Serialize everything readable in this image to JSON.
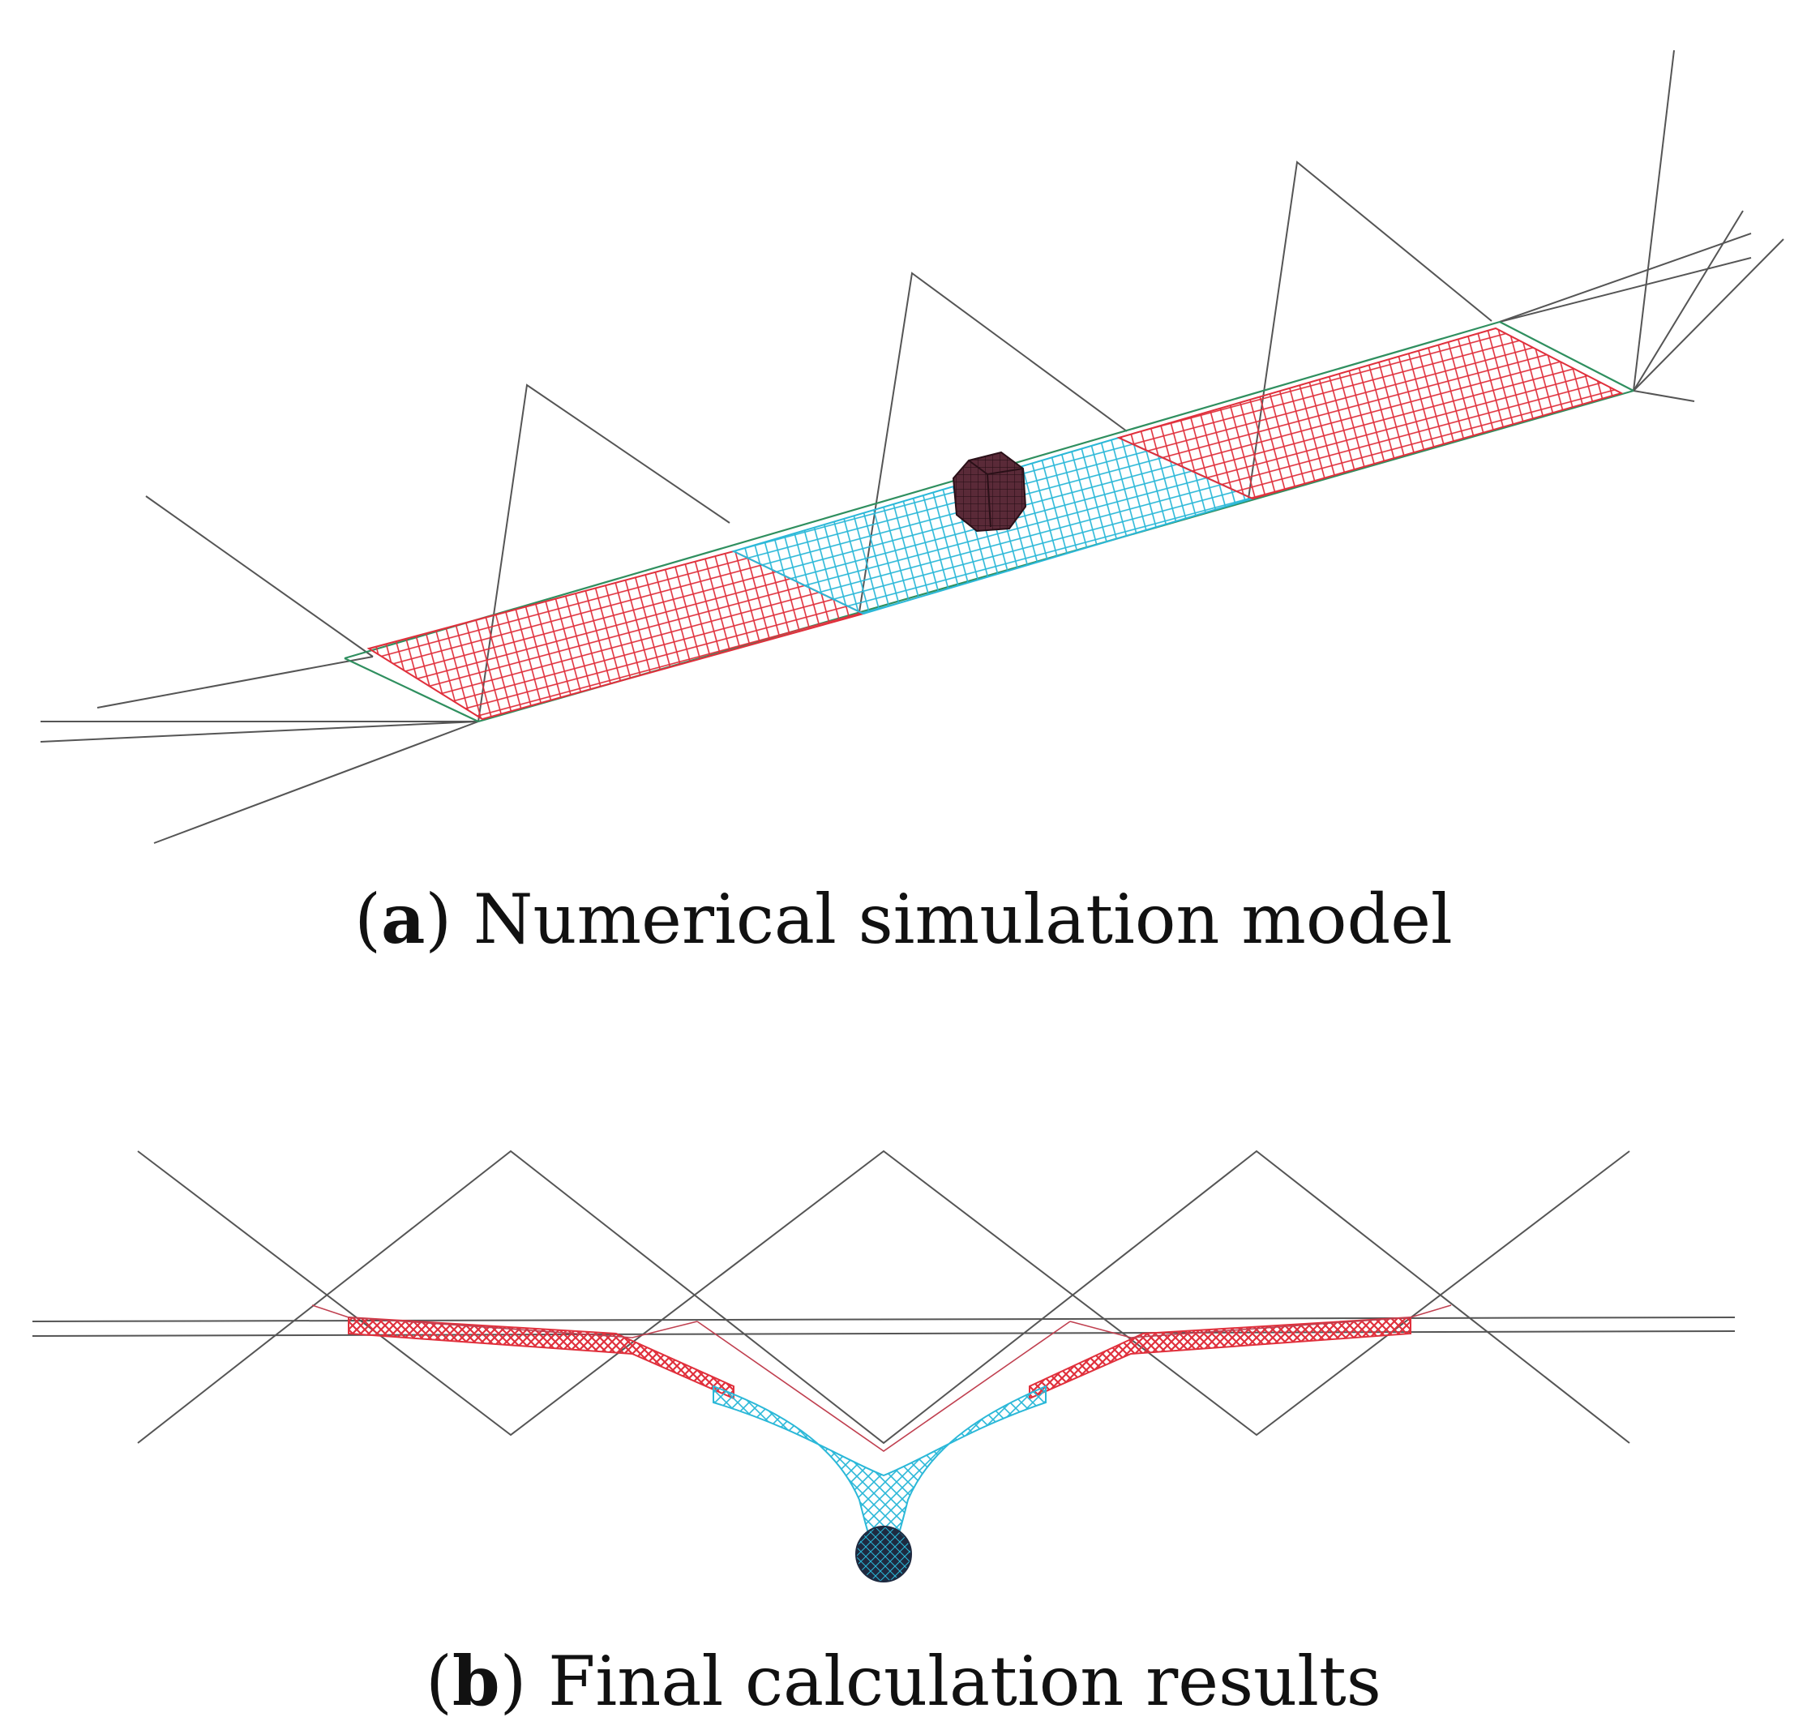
{
  "figure": {
    "panel_a": {
      "caption_letter": "a",
      "caption_text": "Numerical simulation model"
    },
    "panel_b": {
      "caption_letter": "b",
      "caption_text": "Final calculation results"
    }
  },
  "colors": {
    "outer_net": "#e0303c",
    "middle_net": "#2bb8d8",
    "frame_lines": "#555555",
    "boulder": "#5a2a38",
    "boulder_grid": "#2a1018",
    "anchor_cable": "#2f8f5f"
  },
  "icons": {
    "boulder": "boulder-icon"
  }
}
